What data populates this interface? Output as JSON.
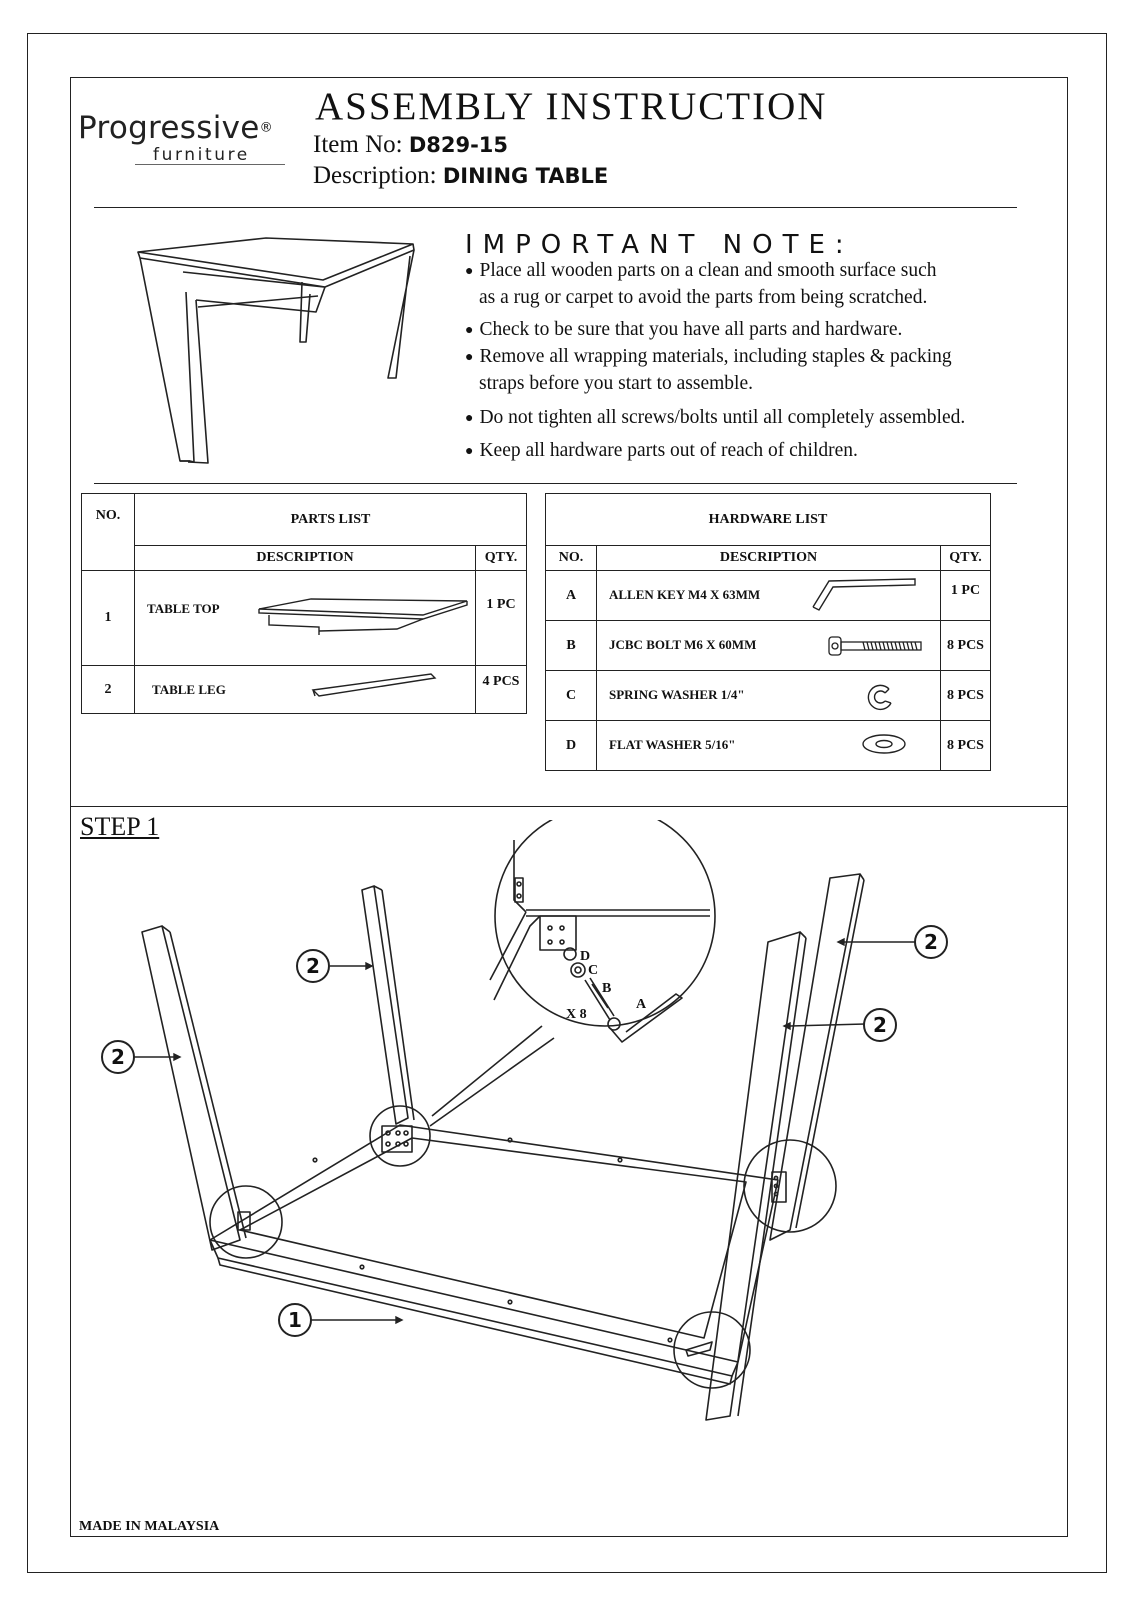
{
  "logo": {
    "word": "Progressive",
    "reg": "®",
    "sub": "furniture"
  },
  "header": {
    "title": "ASSEMBLY INSTRUCTION",
    "item_label": "Item No:",
    "item_value": "D829-15",
    "desc_label": "Description:",
    "desc_value": "DINING TABLE"
  },
  "notes": {
    "title": "IMPORTANT NOTE:",
    "items": [
      "Place all wooden parts on a clean and smooth surface such",
      "as a rug or carpet to avoid the parts from being scratched.",
      "Check to be sure that you have all parts and hardware.",
      "Remove all wrapping materials, including staples & packing",
      "straps before you start to assemble.",
      "Do not tighten all screws/bolts until all completely assembled.",
      "Keep all hardware parts out of reach of children."
    ]
  },
  "parts": {
    "no_header": "NO.",
    "title": "PARTS LIST",
    "desc_header": "DESCRIPTION",
    "qty_header": "QTY.",
    "rows": [
      {
        "no": "1",
        "desc": "TABLE TOP",
        "qty": "1 PC"
      },
      {
        "no": "2",
        "desc": "TABLE LEG",
        "qty": "4 PCS"
      }
    ]
  },
  "hardware": {
    "title": "HARDWARE LIST",
    "no_header": "NO.",
    "desc_header": "DESCRIPTION",
    "qty_header": "QTY.",
    "rows": [
      {
        "no": "A",
        "desc": "ALLEN KEY M4 X 63MM",
        "qty": "1 PC",
        "icon": "allen-key"
      },
      {
        "no": "B",
        "desc": "JCBC BOLT M6 X 60MM",
        "qty": "8 PCS",
        "icon": "bolt"
      },
      {
        "no": "C",
        "desc": "SPRING WASHER 1/4\"",
        "qty": "8 PCS",
        "icon": "spring-washer"
      },
      {
        "no": "D",
        "desc": "FLAT WASHER 5/16\"",
        "qty": "8 PCS",
        "icon": "flat-washer"
      }
    ]
  },
  "step": {
    "title": "STEP 1",
    "callouts": [
      "2",
      "2",
      "2",
      "2",
      "1"
    ],
    "detail_labels": {
      "d": "D",
      "c": "C",
      "b": "B",
      "a": "A",
      "count": "X 8"
    }
  },
  "footer": {
    "made_in": "MADE IN MALAYSIA"
  }
}
